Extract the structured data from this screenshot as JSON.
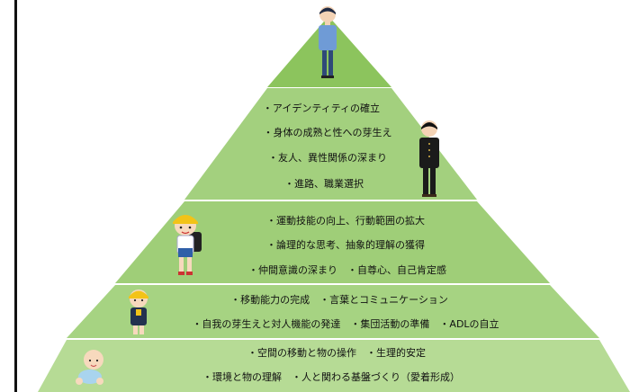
{
  "diagram": {
    "colors": {
      "tier1": "#8cc45d",
      "tier2": "#a3d07e",
      "tier3": "#9fce78",
      "tier4": "#a6d382",
      "tier5": "#b6db95",
      "frame": "#111111"
    },
    "tiers": [
      {
        "id": "top",
        "stage": "adult",
        "lines": []
      },
      {
        "id": "adolescence",
        "stage": "student",
        "lines": [
          "・アイデンティティの確立",
          "・身体の成熟と性への芽生え",
          "・友人、異性関係の深まり",
          "・進路、職業選択"
        ]
      },
      {
        "id": "school-age",
        "stage": "schoolchild",
        "lines": [
          "・運動技能の向上、行動範囲の拡大",
          "・論理的な思考、抽象的理解の獲得",
          "・仲間意識の深まり　・自尊心、自己肯定感"
        ]
      },
      {
        "id": "early-childhood",
        "stage": "preschooler",
        "lines": [
          "・移動能力の完成　・言葉とコミュニケーション",
          "・自我の芽生えと対人機能の発達　・集団活動の準備　・ADLの自立"
        ]
      },
      {
        "id": "infancy",
        "stage": "baby",
        "lines": [
          "・空間の移動と物の操作　・生理的安定",
          "・環境と物の理解　・人と関わる基盤づくり（愛着形成）"
        ]
      }
    ]
  }
}
